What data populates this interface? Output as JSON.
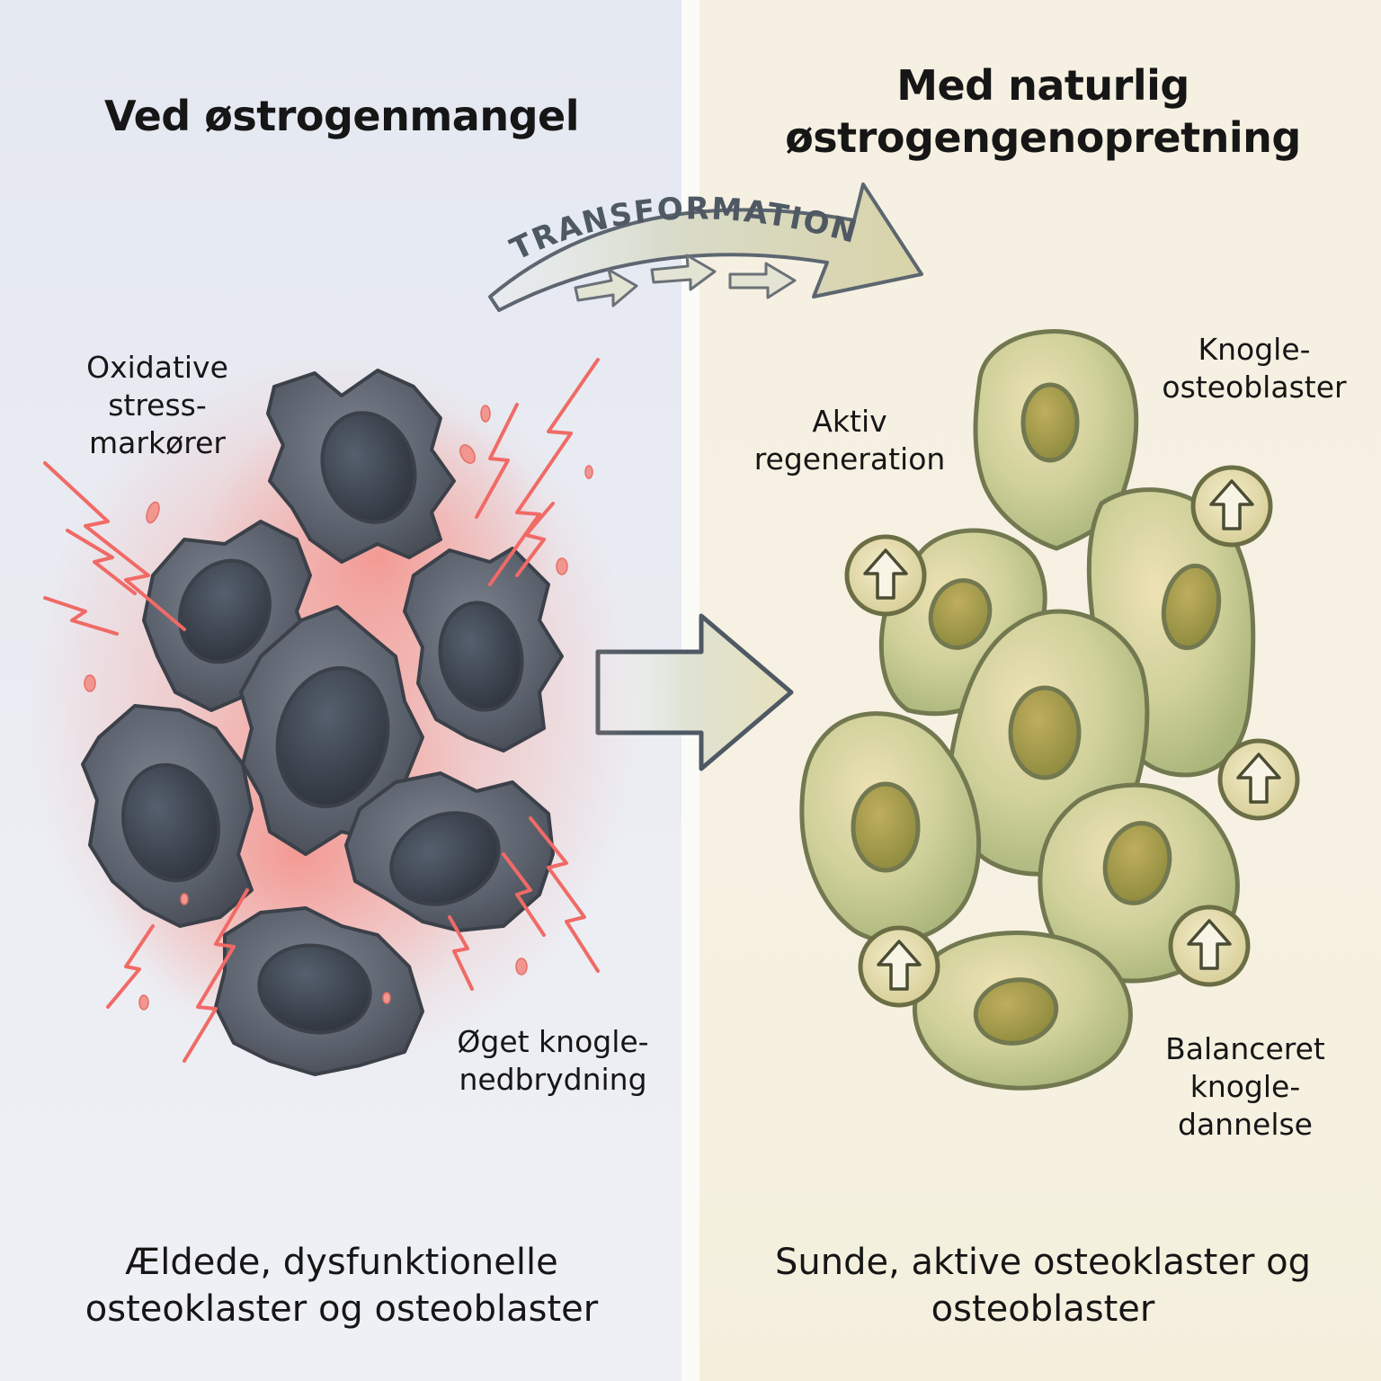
{
  "left_panel": {
    "title": "Ved østrogenmangel",
    "label_oxidative": "Oxidative stress-markører",
    "label_breakdown": "Øget knogle-nedbrydning",
    "caption": "Ældede, dysfunktionelle osteoklaster og osteoblaster"
  },
  "right_panel": {
    "title": "Med naturlig østrogengenopretning",
    "label_regeneration": "Aktiv regeneration",
    "label_osteoblasts": "Knogle-osteoblaster",
    "label_formation": "Balanceret knogle-dannelse",
    "caption": "Sunde, aktive osteoklaster og osteoblaster"
  },
  "transition": {
    "arc_label": "TRANSFORMATION",
    "arrow_icon": "arrow-right-icon",
    "up_icon": "arrow-up-icon"
  },
  "colors": {
    "left_bg": "#e7eaf2",
    "right_bg": "#f5f0e1",
    "damaged_cell": "#575e69",
    "damaged_nucleus": "#3a3f4a",
    "stress_glow": "#f27a73",
    "healthy_cell": "#c9c98c",
    "healthy_nucleus": "#a19a4e",
    "outline": "#6f7550"
  }
}
